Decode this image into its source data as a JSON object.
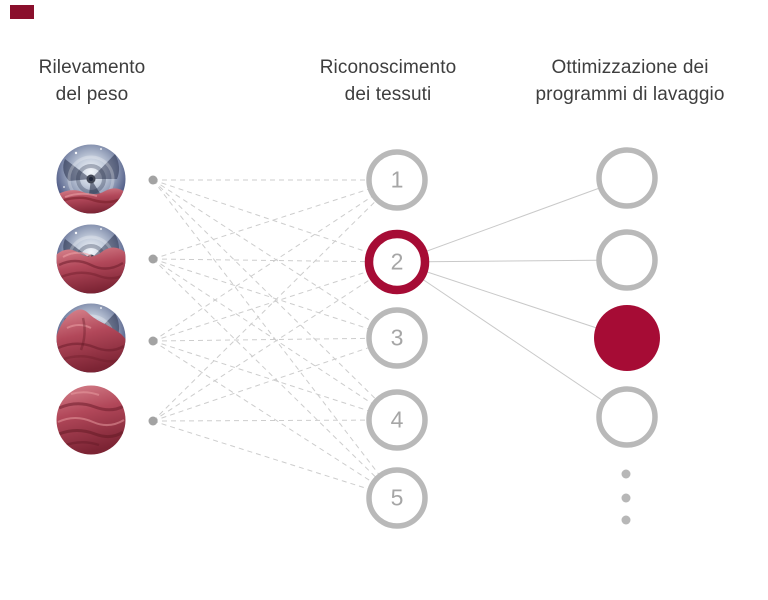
{
  "page": {
    "background": "#ffffff",
    "accent_color": "#a60c35",
    "corner_accent_color": "#8a0f2c",
    "ring_gray": "#b9b9b9",
    "dashed_line_color": "#cdcdcd",
    "solid_line_color": "#c9c9c9",
    "title_color": "#3e3e3e"
  },
  "columns": {
    "inputs": {
      "title": "Rilevamento\ndel peso"
    },
    "hidden": {
      "title": "Riconoscimento\ndei tessuti"
    },
    "outputs": {
      "title": "Ottimizzazione dei\nprogrammi di lavaggio"
    }
  },
  "network": {
    "input_nodes": [
      {
        "photo": "drum-with-small-red-garment"
      },
      {
        "photo": "drum-half-filled-red-fabric"
      },
      {
        "photo": "drum-mostly-red-fabric"
      },
      {
        "photo": "drum-full-red-fabric"
      }
    ],
    "hidden_nodes": [
      {
        "label": "1",
        "active": false
      },
      {
        "label": "2",
        "active": true
      },
      {
        "label": "3",
        "active": false
      },
      {
        "label": "4",
        "active": false
      },
      {
        "label": "5",
        "active": false
      }
    ],
    "output_nodes": [
      {
        "filled": false
      },
      {
        "filled": false
      },
      {
        "filled": true
      },
      {
        "filled": false
      }
    ],
    "more_nodes_indicator": {
      "dot_count": 3
    },
    "connections": {
      "inputs_to_hidden": "fully_connected_dashed",
      "active_hidden_to_outputs": "all_solid"
    }
  }
}
